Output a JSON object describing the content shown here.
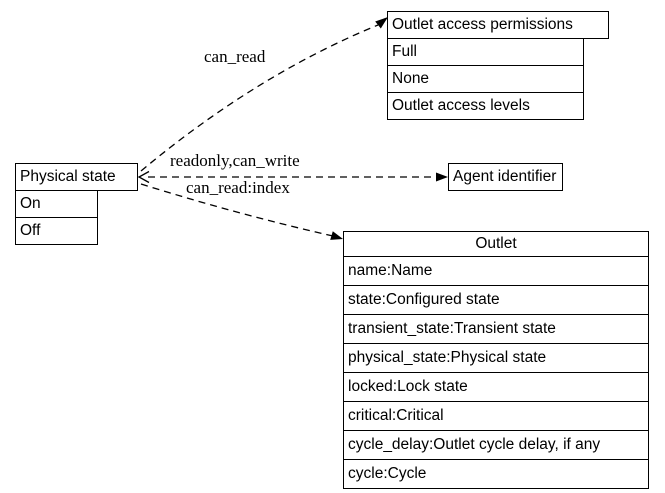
{
  "diagram": {
    "colors": {
      "background": "#ffffff",
      "border": "#000000",
      "text": "#000000"
    },
    "nodes": {
      "physical_state": {
        "title": "Physical state",
        "values": [
          "On",
          "Off"
        ]
      },
      "outlet_access_permissions": {
        "title": "Outlet access permissions",
        "values": [
          "Full",
          "None",
          "Outlet access levels"
        ]
      },
      "agent_identifier": {
        "title": "Agent identifier"
      },
      "outlet": {
        "title": "Outlet",
        "fields": [
          "name:Name",
          "state:Configured state",
          "transient_state:Transient state",
          "physical_state:Physical state",
          "locked:Lock state",
          "critical:Critical",
          "cycle_delay:Outlet cycle delay, if any",
          "cycle:Cycle"
        ]
      }
    },
    "edges": [
      {
        "from": "Physical state",
        "to": "Outlet access permissions",
        "style": "dashed",
        "arrowhead": "filled",
        "label": "can_read"
      },
      {
        "from": "Physical state",
        "to": "Agent identifier",
        "style": "dashed",
        "bidirectional": true,
        "arrowhead_right": "filled",
        "arrowhead_left": "open-vee",
        "label_above": "readonly,can_write",
        "label_below": "can_read:index"
      },
      {
        "from": "Physical state",
        "to": "Outlet",
        "style": "dashed",
        "arrowhead": "filled"
      }
    ]
  }
}
